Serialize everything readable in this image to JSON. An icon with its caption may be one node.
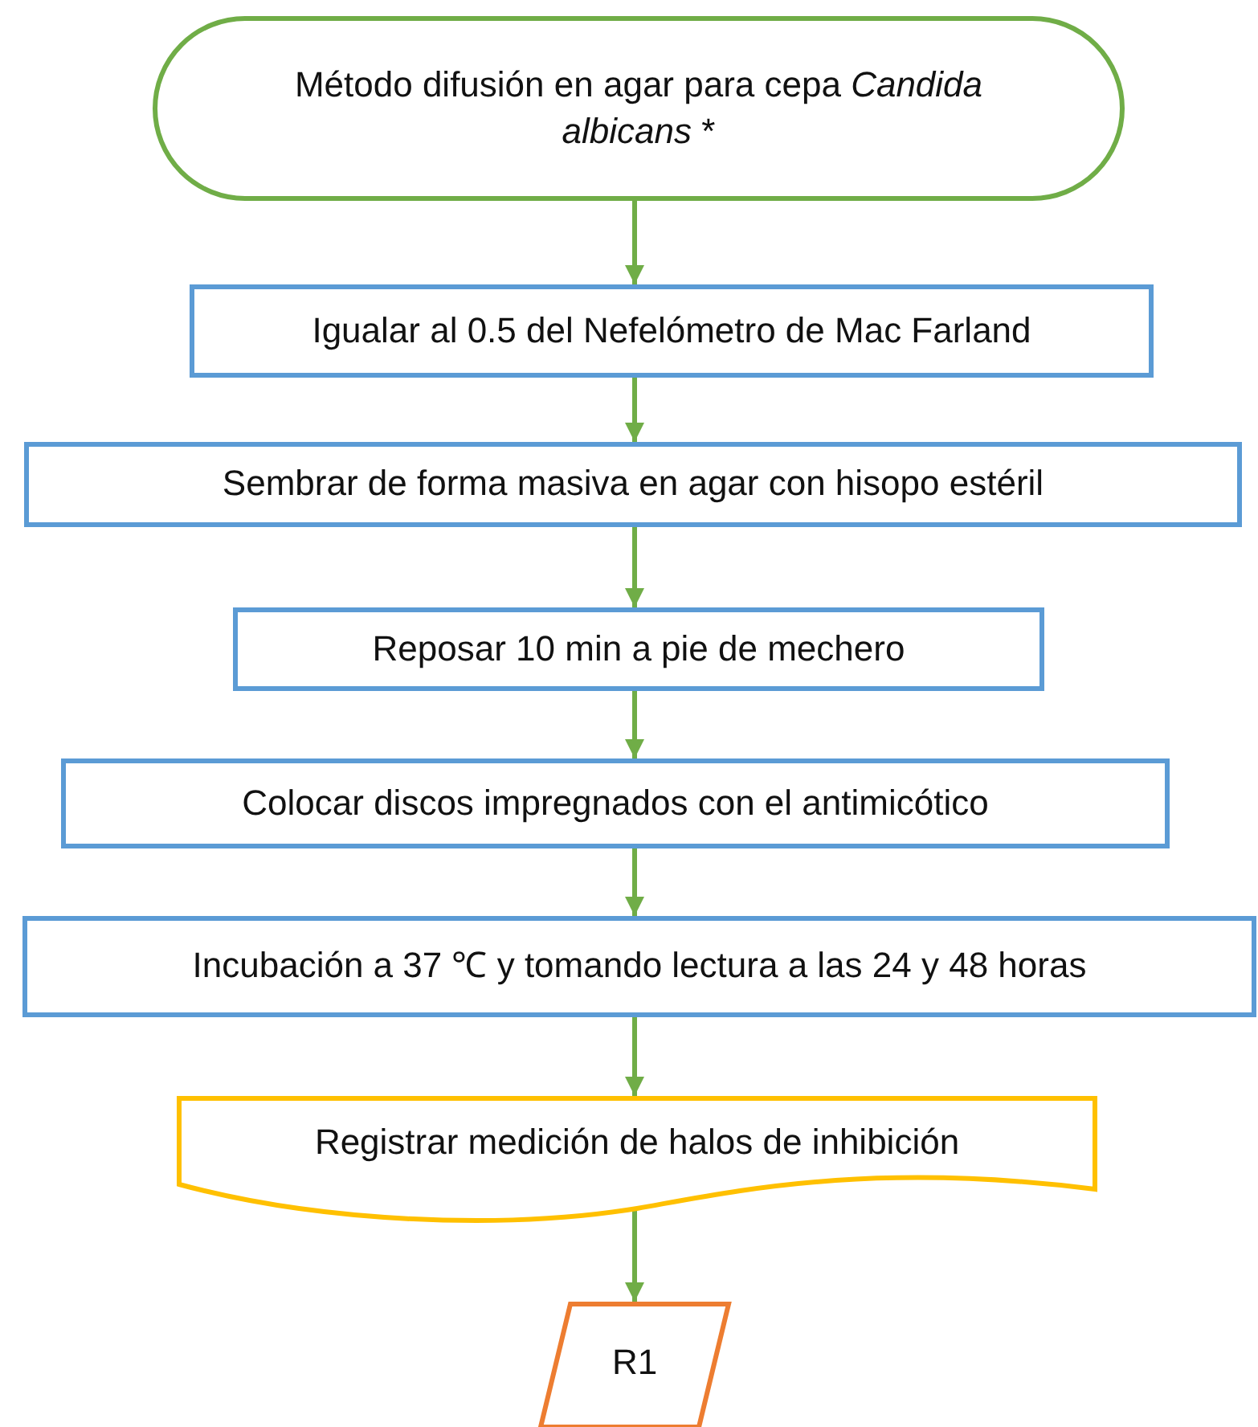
{
  "diagram": {
    "nodes": [
      {
        "text": [
          "Método difusión en agar para cepa *Candida albicans* *"
        ]
      },
      {
        "text": [
          "Igualar al 0.5 del Nefelómetro de Mac Farland"
        ]
      },
      {
        "text": [
          "Sembrar de forma masiva en agar con hisopo estéril"
        ]
      },
      {
        "text": [
          "Reposar 10 min a pie de mechero"
        ]
      },
      {
        "text": [
          "Colocar discos impregnados con el antimicótico"
        ]
      },
      {
        "text": [
          "Incubación a 37 ℃ y tomando lectura a las 24 y 48 horas"
        ]
      },
      {
        "text": [
          "Registrar medición de halos de inhibición"
        ]
      },
      {
        "text": [
          "R1"
        ]
      }
    ],
    "edges": [
      {
        "from": 0,
        "to": 1,
        "arrow": "to"
      },
      {
        "from": 1,
        "to": 2,
        "arrow": "to"
      },
      {
        "from": 2,
        "to": 3,
        "arrow": "to"
      },
      {
        "from": 3,
        "to": 4,
        "arrow": "to"
      },
      {
        "from": 4,
        "to": 5,
        "arrow": "to"
      },
      {
        "from": 5,
        "to": 6,
        "arrow": "to"
      },
      {
        "from": 6,
        "to": 7,
        "arrow": "to"
      }
    ]
  }
}
